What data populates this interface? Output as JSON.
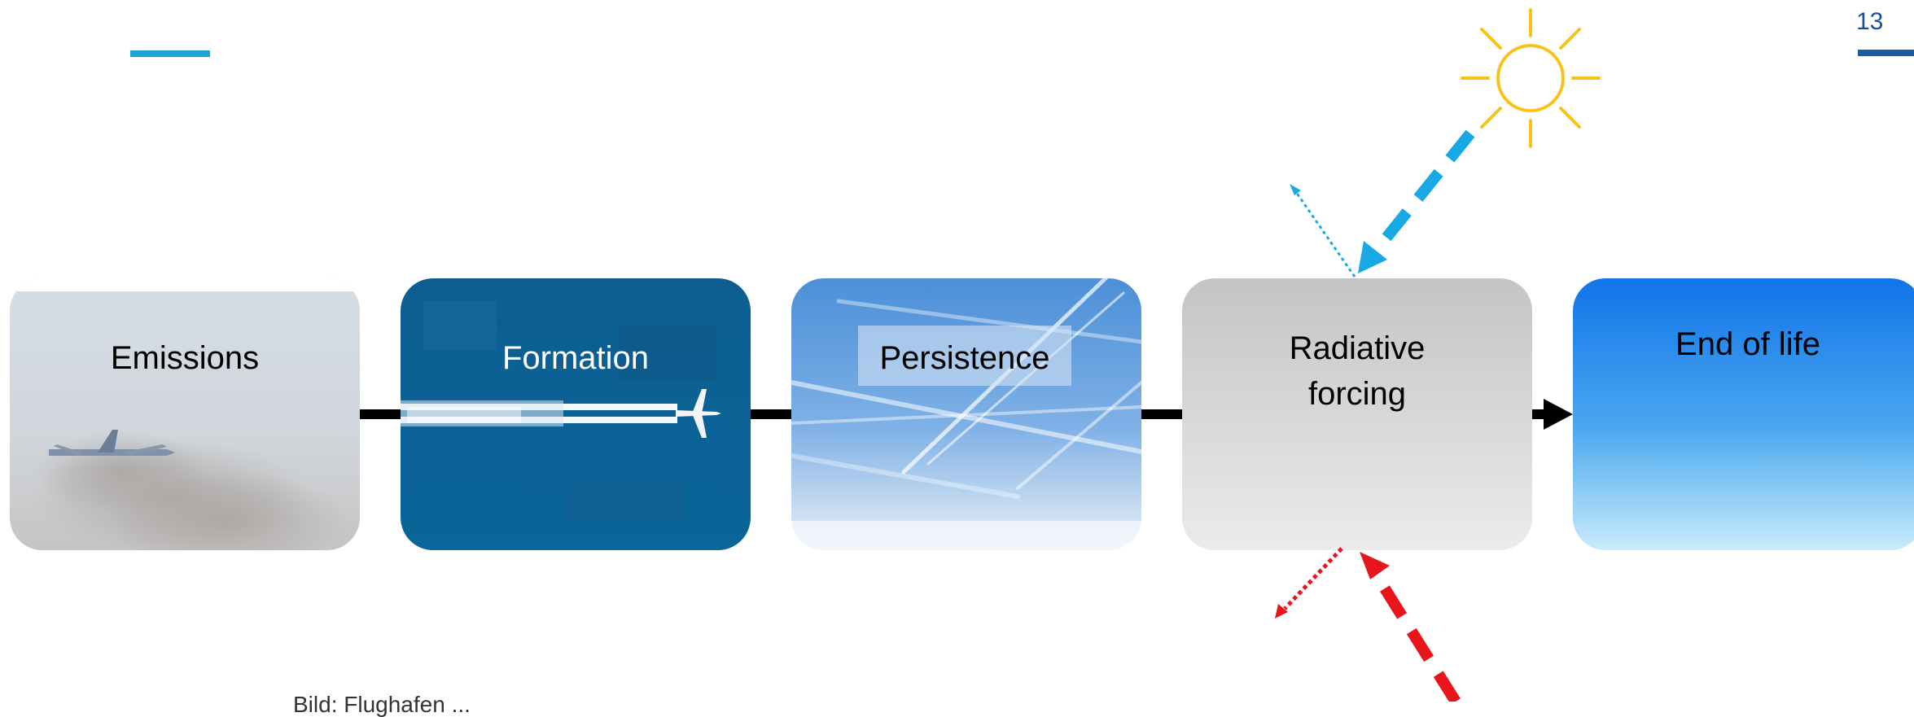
{
  "page": {
    "slide_number": "13",
    "footer_fragment": "Bild: Flughafen ..."
  },
  "stages": [
    {
      "label": "Emissions"
    },
    {
      "label": "Formation"
    },
    {
      "label": "Persistence"
    },
    {
      "label_lines": [
        "Radiative",
        "forcing"
      ]
    },
    {
      "label": "End of life"
    }
  ],
  "colors": {
    "accent_blue": "#1aa3dc",
    "dark_blue": "#1f5a9e",
    "sun": "#f7c21a",
    "solar_arrow": "#17a9e3",
    "terrestrial_arrow": "#e8161b",
    "connector": "#000000"
  },
  "icons": [
    "sun-icon"
  ]
}
